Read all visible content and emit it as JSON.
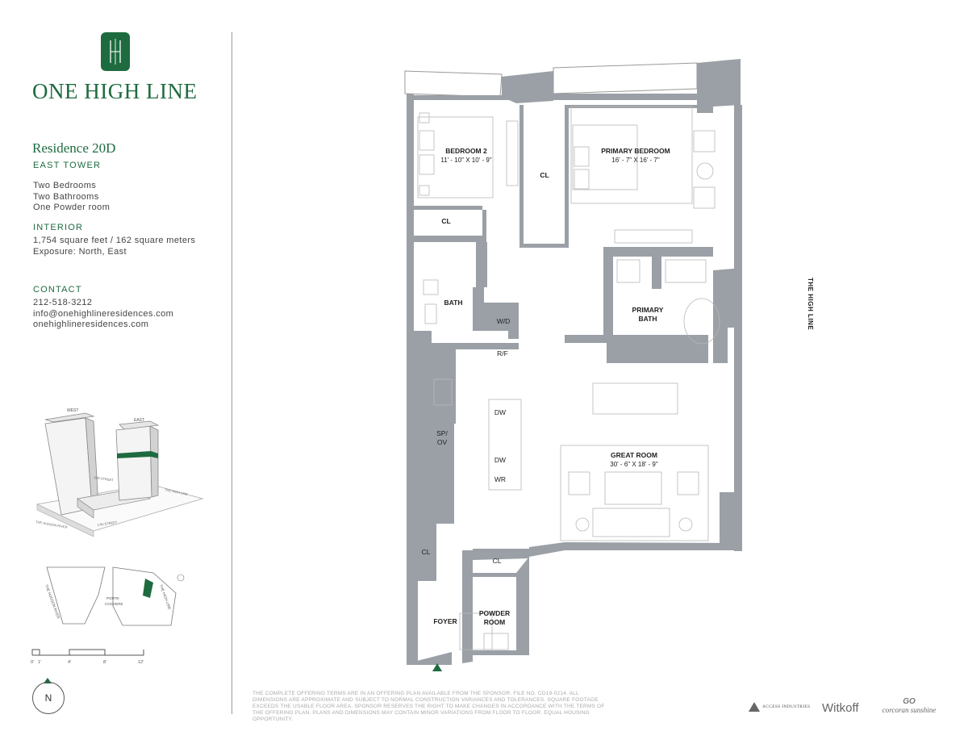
{
  "brand": {
    "logo_mark": "IH",
    "name": "ONE HIGH LINE"
  },
  "residence": {
    "title": "Residence 20D",
    "tower": "EAST TOWER",
    "specs": [
      "Two Bedrooms",
      "Two Bathrooms",
      "One Powder room"
    ],
    "interior_heading": "INTERIOR",
    "interior": [
      "1,754 square feet / 162 square meters",
      "Exposure: North, East"
    ],
    "contact_heading": "CONTACT",
    "contact": [
      "212-518-3212",
      "info@onehighlineresidences.com",
      "onehighlineresidences.com"
    ]
  },
  "key_plan": {
    "labels": {
      "west": "WEST",
      "east": "EAST",
      "street_18": "18th STREET",
      "street_17": "17th STREET",
      "hudson": "THE HUDSON RIVER",
      "high_line": "THE HIGH LINE"
    }
  },
  "site_map": {
    "hudson": "THE HUDSON RIVER",
    "porte": "PORTE-",
    "cochere": "COCHERE",
    "high_line": "THE HIGH LINE"
  },
  "scale_bar": {
    "ticks": [
      "0'",
      "1'",
      "4'",
      "8'",
      "12'"
    ]
  },
  "compass": {
    "label": "N"
  },
  "street_label": "THE HIGH LINE",
  "rooms": {
    "bedroom2": {
      "name": "BEDROOM 2",
      "dims": "11' - 10\" X 10' - 9\""
    },
    "primary_bedroom": {
      "name": "PRIMARY BEDROOM",
      "dims": "16' - 7\" X 16' - 7\""
    },
    "great_room": {
      "name": "GREAT ROOM",
      "dims": "30' - 6\" X 18' - 9\""
    },
    "bath": "BATH",
    "primary_bath_1": "PRIMARY",
    "primary_bath_2": "BATH",
    "foyer": "FOYER",
    "powder_1": "POWDER",
    "powder_2": "ROOM",
    "cl_bed2": "CL",
    "cl_mid": "CL",
    "cl_foyer": "CL",
    "cl_powder": "CL",
    "wd": "W/D",
    "rf": "R/F",
    "spov_1": "SP/",
    "spov_2": "OV",
    "dw1": "DW",
    "dw2": "DW",
    "wr": "WR"
  },
  "disclaimer": "THE COMPLETE OFFERING TERMS ARE IN AN OFFERING PLAN AVAILABLE FROM THE SPONSOR. FILE NO. CD19-0214. ALL DIMENSIONS ARE APPROXIMATE AND SUBJECT TO NORMAL CONSTRUCTION VARIANCES AND TOLERANCES. SQUARE FOOTAGE EXCEEDS THE USABLE FLOOR AREA. SPONSOR RESERVES THE RIGHT TO MAKE CHANGES IN ACCORDANCE WITH THE TERMS OF THE OFFERING PLAN. PLANS AND DIMENSIONS MAY CONTAIN MINOR VARIATIONS FROM FLOOR TO FLOOR. EQUAL HOUSING OPPORTUNITY.",
  "sponsors": {
    "access": "ACCESS INDUSTRIES",
    "witkoff": "Witkoff",
    "corcoran_mark": "GO",
    "corcoran": "corcoran sunshine"
  },
  "colors": {
    "brand_green": "#1e6b3f",
    "wall_gray": "#9aa0a6",
    "text": "#333333"
  }
}
